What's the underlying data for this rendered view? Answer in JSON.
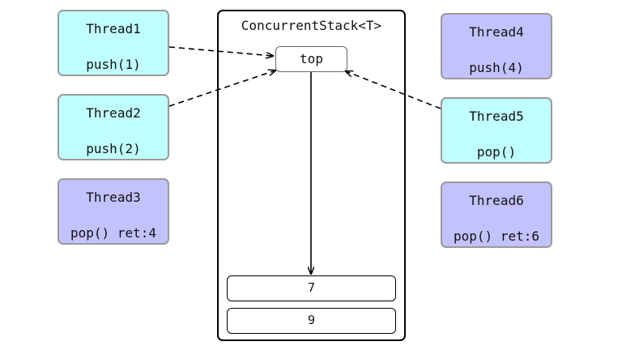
{
  "stack": {
    "title": "ConcurrentStack<T>",
    "top_label": "top",
    "nodes": [
      "7",
      "9"
    ]
  },
  "threads": [
    {
      "name": "Thread1",
      "op": "push(1)",
      "color": "#c0ffff"
    },
    {
      "name": "Thread2",
      "op": "push(2)",
      "color": "#c0ffff"
    },
    {
      "name": "Thread3",
      "op": "pop() ret:4",
      "color": "#c2c2ff"
    },
    {
      "name": "Thread4",
      "op": "push(4)",
      "color": "#c2c2ff"
    },
    {
      "name": "Thread5",
      "op": "pop()",
      "color": "#c0ffff"
    },
    {
      "name": "Thread6",
      "op": "pop() ret:6",
      "color": "#c2c2ff"
    }
  ],
  "colors": {
    "active_thread": "#c0ffff",
    "completed_thread": "#c2c2ff",
    "border": "#9a9a9a"
  }
}
